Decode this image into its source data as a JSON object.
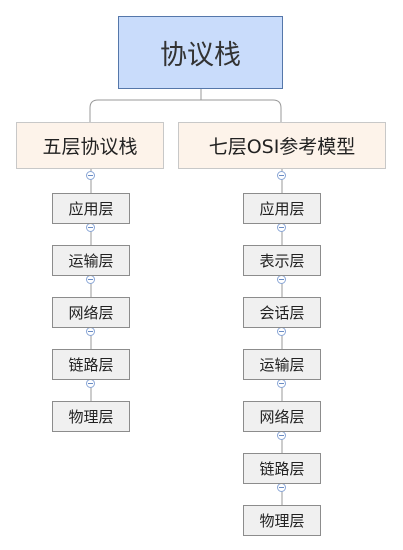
{
  "root": {
    "label": "协议栈"
  },
  "branches": [
    {
      "label": "五层协议栈",
      "children": [
        "应用层",
        "运输层",
        "网络层",
        "链路层",
        "物理层"
      ]
    },
    {
      "label": "七层OSI参考模型",
      "children": [
        "应用层",
        "表示层",
        "会话层",
        "运输层",
        "网络层",
        "链路层",
        "物理层"
      ]
    }
  ],
  "colors": {
    "root_fill": "#c9dcfb",
    "root_border": "#5577aa",
    "branch_fill": "#fdf3ea",
    "leaf_fill": "#f0f0f0",
    "leaf_border": "#8c8c8c",
    "connector": "#9a9a9a",
    "toggle": "#6a8cc4"
  },
  "icons": {
    "collapse_toggle": "minus-circle-icon"
  }
}
